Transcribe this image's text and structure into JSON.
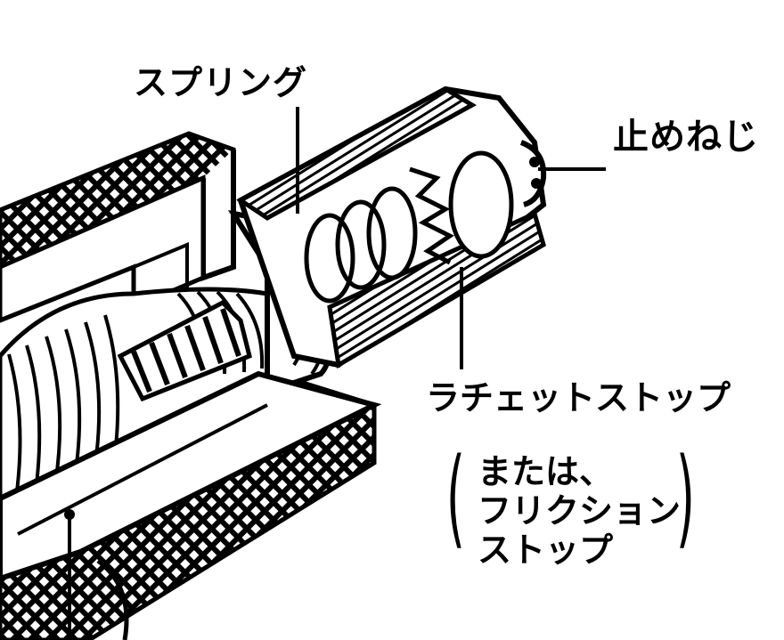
{
  "labels": {
    "spring": "スプリング",
    "set_screw": "止めねじ",
    "ratchet_stop": "ラチェットストップ",
    "alternative": [
      "または、",
      "フリクション",
      "ストップ"
    ],
    "paren_open": "(",
    "paren_close": ")"
  },
  "colors": {
    "ink": "#000000",
    "background": "#ffffff"
  }
}
